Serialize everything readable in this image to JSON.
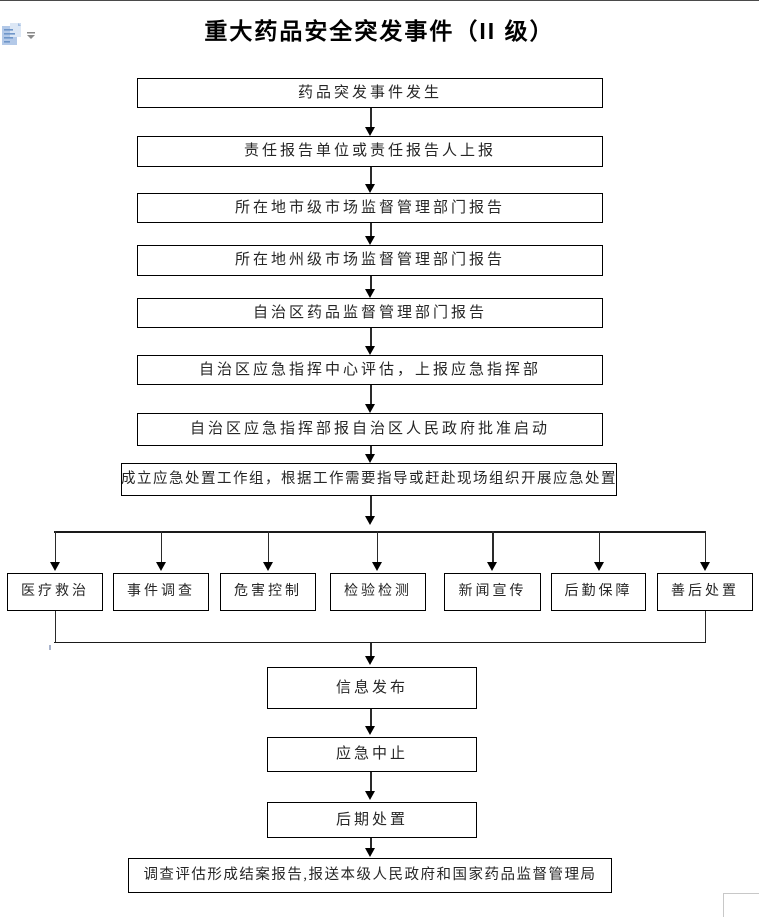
{
  "title": "重大药品安全突发事件（II 级）",
  "editor": {
    "paste_options_icon": "clipboard-paste-icon",
    "paste_dropdown_icon": "chevron-down-icon"
  },
  "colors": {
    "line": "#1a1a1a",
    "box_border": "#000000",
    "text": "#262626",
    "paste_icon_fill": "#b3c9e8",
    "page_corner": "#c8c8c8"
  },
  "flowchart": {
    "main_sequence": [
      "药品突发事件发生",
      "责任报告单位或责任报告人上报",
      "所在地市级市场监督管理部门报告",
      "所在地州级市场监督管理部门报告",
      "自治区药品监督管理部门报告",
      "自治区应急指挥中心评估，上报应急指挥部",
      "自治区应急指挥部报自治区人民政府批准启动",
      "成立应急处置工作组，根据工作需要指导或赶赴现场组织开展应急处置"
    ],
    "parallel_tasks": [
      "医疗救治",
      "事件调查",
      "危害控制",
      "检验检测",
      "新闻宣传",
      "后勤保障",
      "善后处置"
    ],
    "closing_sequence": [
      "信息发布",
      "应急中止",
      "后期处置"
    ],
    "final_step": "调查评估形成结案报告,报送本级人民政府和国家药品监督管理局"
  }
}
